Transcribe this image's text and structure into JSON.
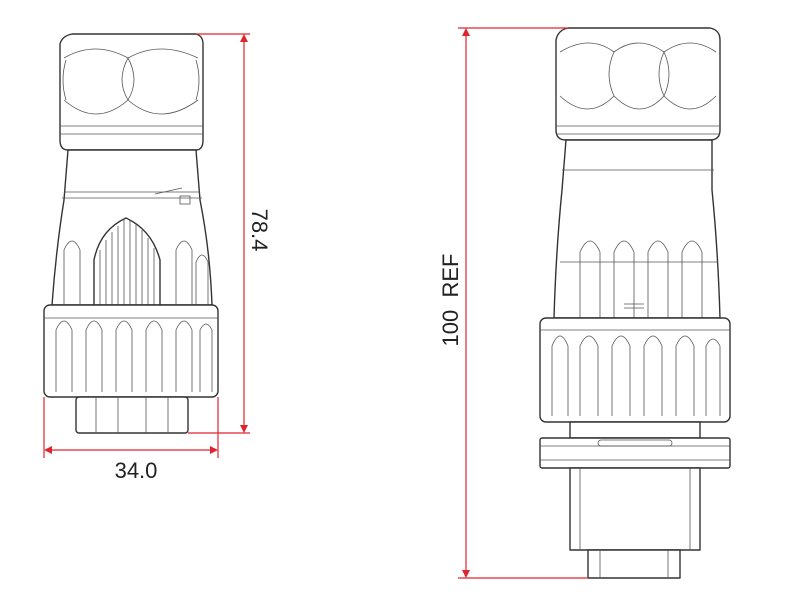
{
  "dimensions": {
    "width_label": "34.0",
    "height_label": "78.4",
    "ref_label": "100  REF"
  },
  "colors": {
    "dimension_line": "#e0242f",
    "outline": "#333333",
    "background": "#ffffff"
  }
}
